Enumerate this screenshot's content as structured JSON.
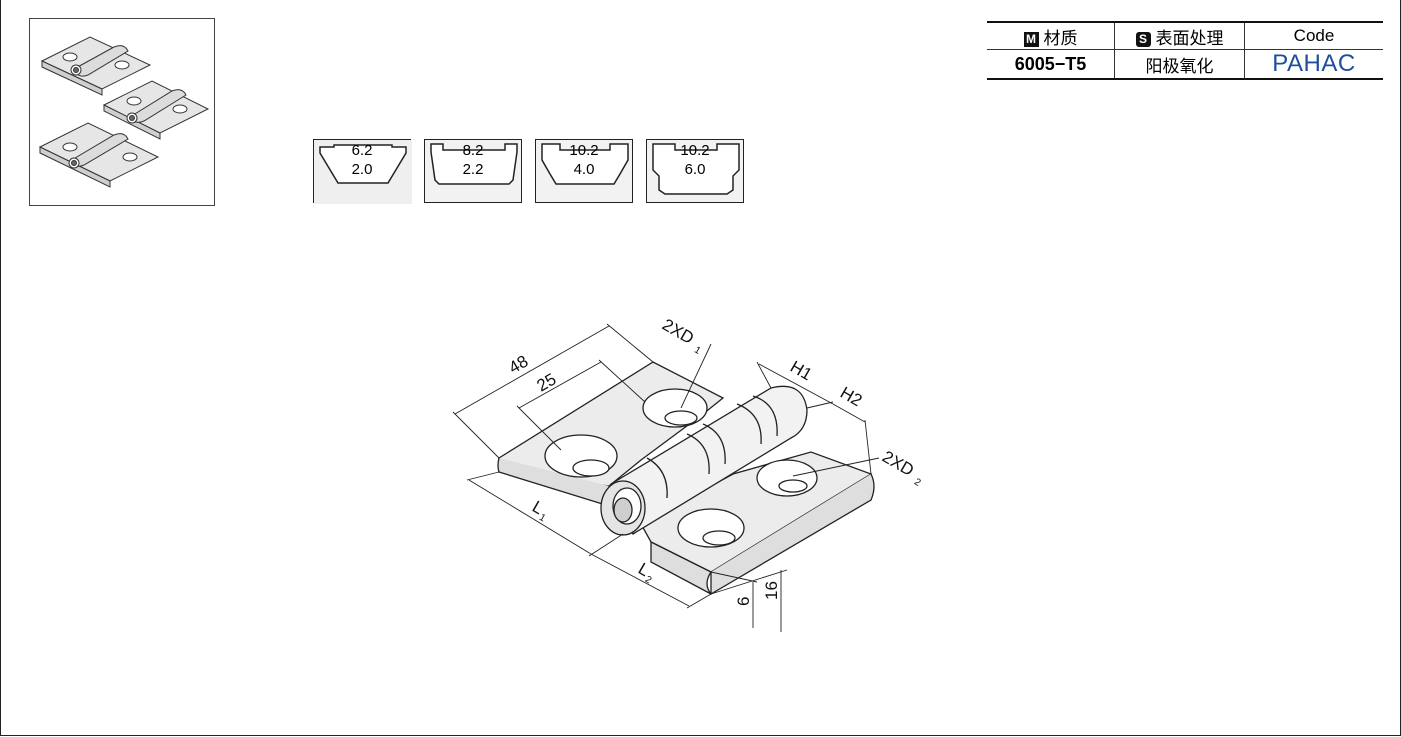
{
  "spec_table": {
    "material_badge": "M",
    "material_header": "材质",
    "surface_badge": "S",
    "surface_header": "表面处理",
    "code_header": "Code",
    "material_value": "6005−T5",
    "surface_value": "阳极氧化",
    "code_value": "PAHAC"
  },
  "slot_profiles": [
    {
      "top": "6.2",
      "bottom": "2.0"
    },
    {
      "top": "8.2",
      "bottom": "2.2"
    },
    {
      "top": "10.2",
      "bottom": "4.0"
    },
    {
      "top": "10.2",
      "bottom": "6.0"
    }
  ],
  "dimensions": {
    "length_total": "48",
    "length_inner": "25",
    "hole_d1": "2XD",
    "hole_d1_sub": "1",
    "hole_d2": "2XD",
    "hole_d2_sub": "2",
    "h1": "H1",
    "h2": "H2",
    "l1": "L",
    "l1_sub": "1",
    "l2": "L",
    "l2_sub": "2",
    "thickness": "6",
    "height": "16"
  },
  "colors": {
    "code_text": "#1f4e9c",
    "part_fill": "#ececec",
    "outline": "#222222"
  }
}
